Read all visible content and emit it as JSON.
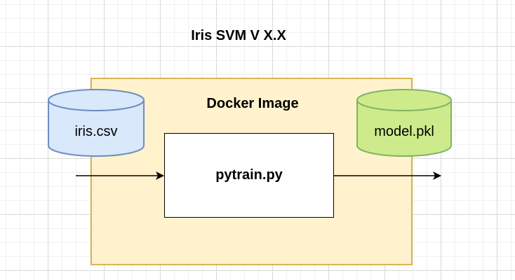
{
  "title": "Iris SVM V X.X",
  "container": {
    "label": "Docker Image",
    "fill": "#fff2cc",
    "stroke": "#d6b656"
  },
  "process": {
    "label": "pytrain.py"
  },
  "input_db": {
    "label": "iris.csv",
    "fill": "#dae8fc",
    "stroke": "#6c8ebf"
  },
  "output_db": {
    "label": "model.pkl",
    "fill": "#cdeb8b",
    "stroke": "#82b366"
  }
}
